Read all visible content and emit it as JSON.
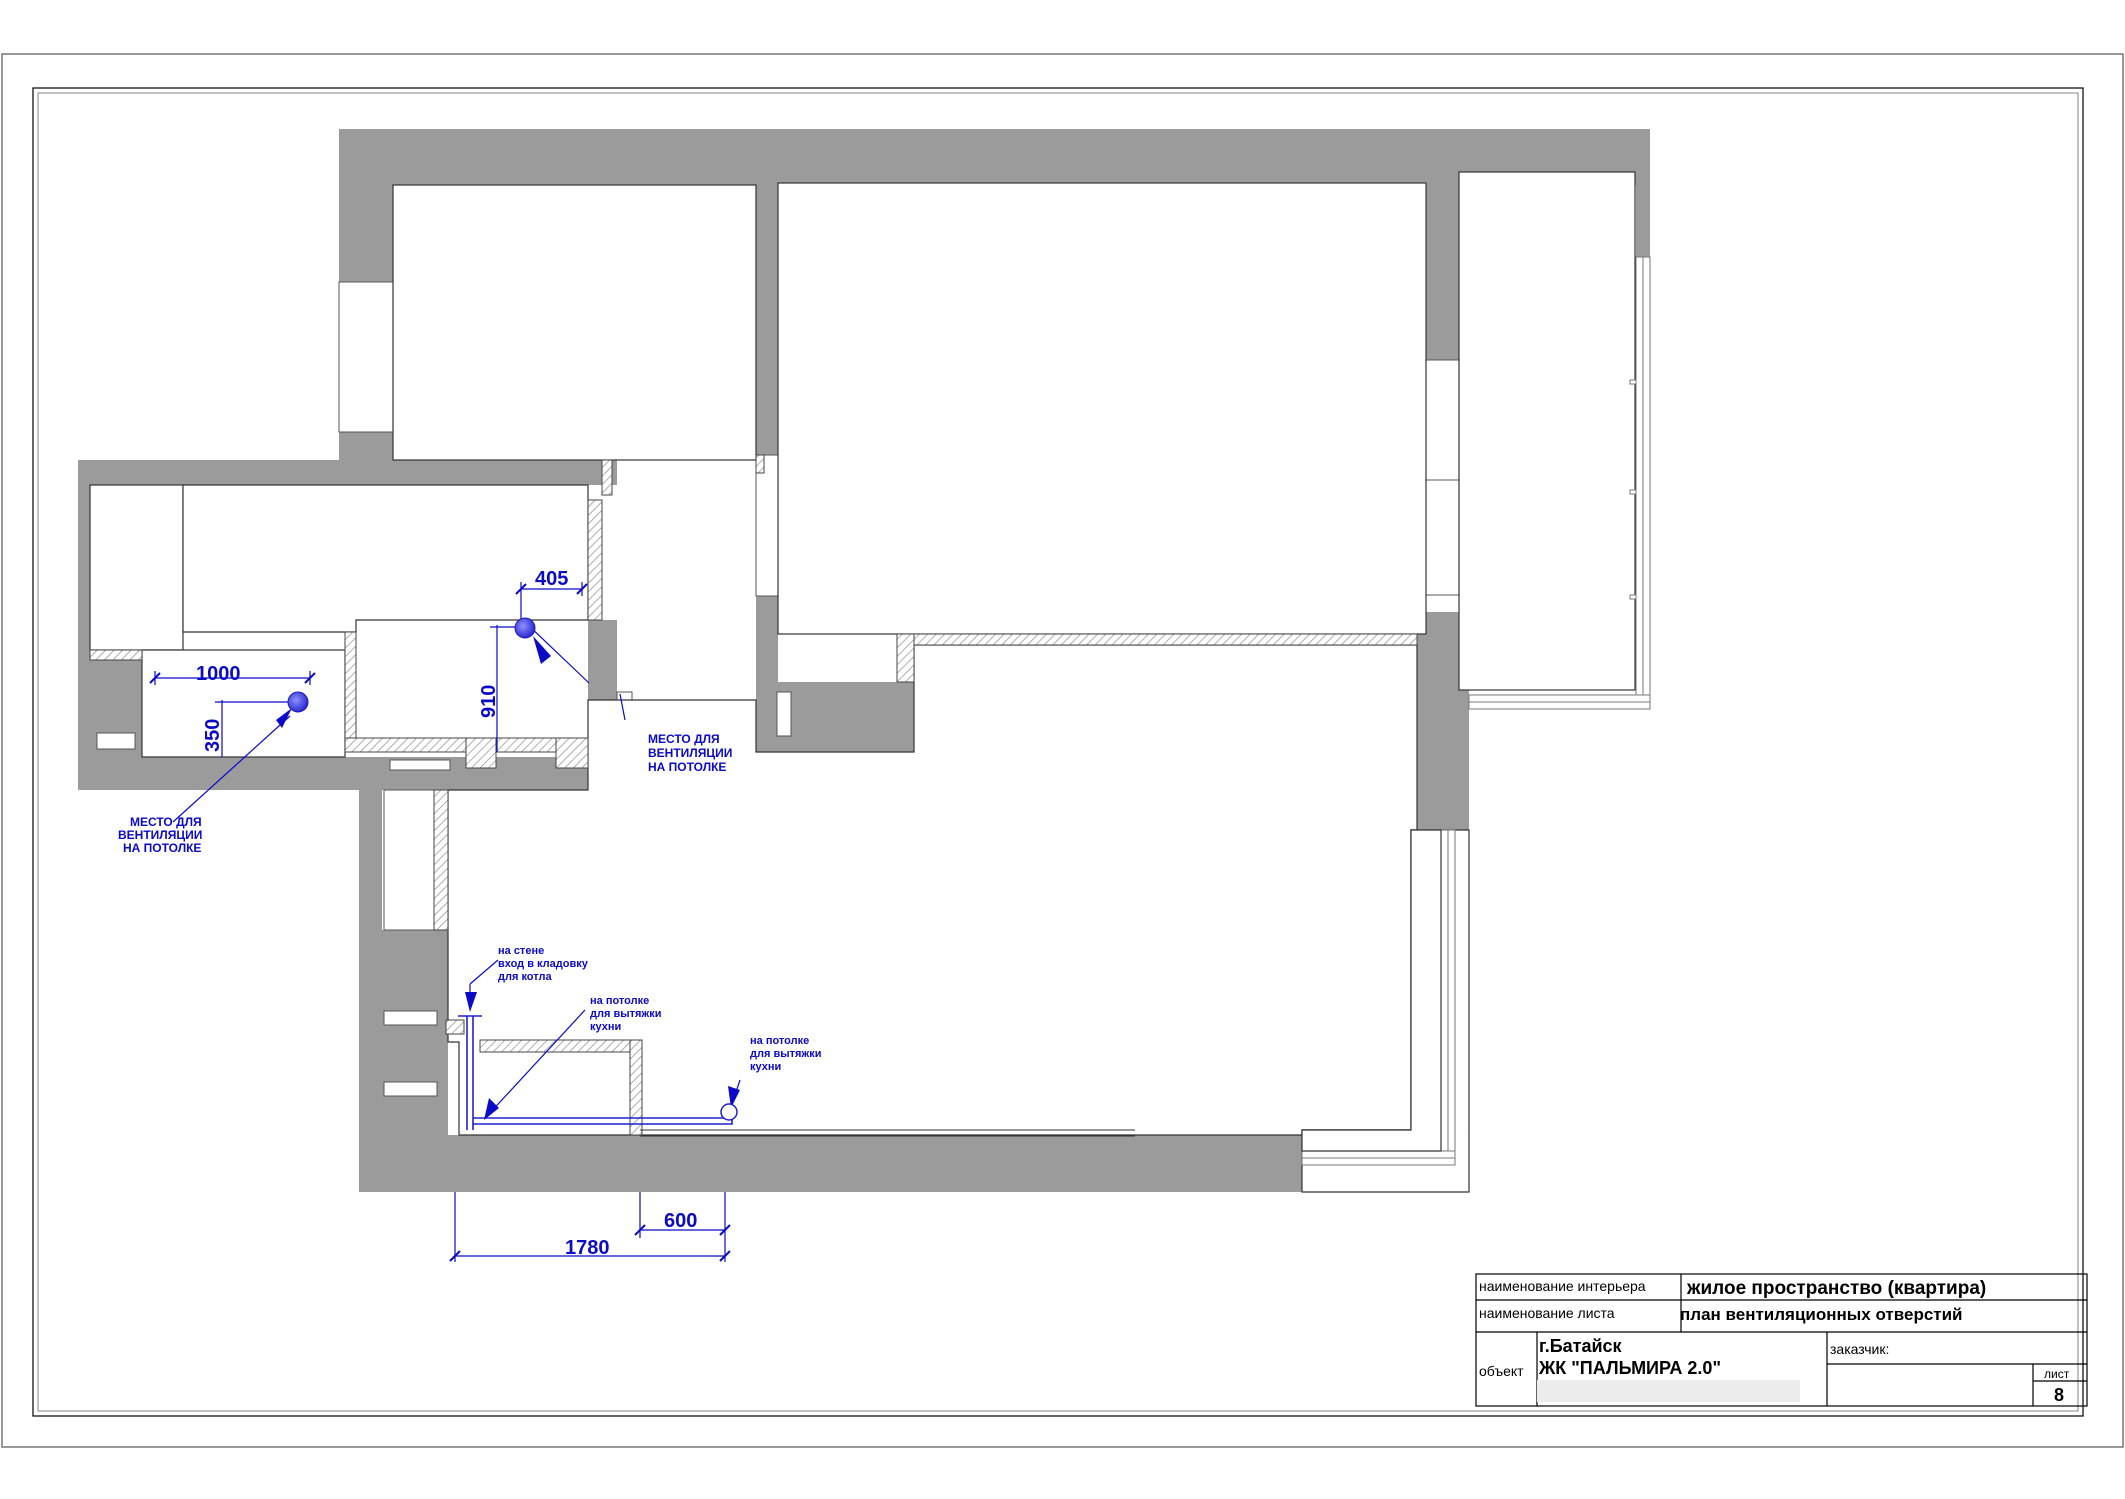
{
  "dimensions": {
    "d405": "405",
    "d1000": "1000",
    "d910": "910",
    "d350": "350",
    "d600": "600",
    "d1780": "1780"
  },
  "notes": {
    "vent_ceiling_right": [
      "МЕСТО ДЛЯ",
      "ВЕНТИЛЯЦИИ",
      "НА ПОТОЛКЕ"
    ],
    "vent_ceiling_left": [
      "МЕСТО ДЛЯ",
      "ВЕНТИЛЯЦИИ",
      "НА ПОТОЛКЕ"
    ],
    "boiler_wall": [
      "на стене",
      "вход в кладовку",
      "для котла"
    ],
    "kitchen_hood_1": [
      "на потолке",
      "для вытяжки",
      "кухни"
    ],
    "kitchen_hood_2": [
      "на потолке",
      "для вытяжки",
      "кухни"
    ]
  },
  "title_block": {
    "interior_name_label": "наименование интерьера",
    "interior_name_value": "жилое пространство (квартира)",
    "sheet_name_label": "наименование листа",
    "sheet_name_value": "план вентиляционных отверстий",
    "object_label": "объект",
    "object_city": "г.Батайск",
    "object_complex": "ЖК \"ПАЛЬМИРА 2.0\"",
    "client_label": "заказчик:",
    "sheet_label": "лист",
    "sheet_number": "8"
  },
  "colors": {
    "wall": "#9b9b9b",
    "annotation": "#0a0ac8",
    "vent_marker": "#4a4ad8"
  }
}
